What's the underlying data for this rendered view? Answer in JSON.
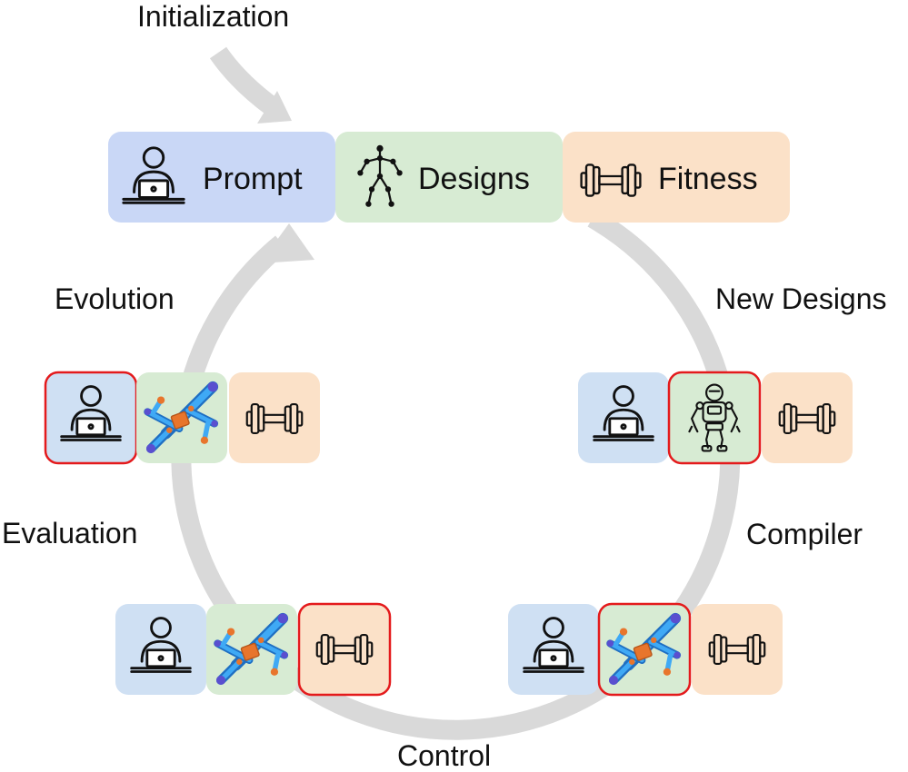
{
  "stages": {
    "initialization": "Initialization",
    "new_designs": "New Designs",
    "compiler": "Compiler",
    "control": "Control",
    "evaluation": "Evaluation",
    "evolution": "Evolution"
  },
  "main_row": {
    "prompt": "Prompt",
    "designs": "Designs",
    "fitness": "Fitness"
  },
  "colors": {
    "prompt_bg": "#c9d7f6",
    "designs_bg": "#d7ebd3",
    "fitness_bg": "#fbe1c8",
    "highlight_border": "#e41a1c",
    "cycle_arrow": "#d9d9d9"
  },
  "icons": [
    "person-laptop-icon",
    "stick-figure-icon",
    "dumbbell-icon",
    "robot-icon",
    "robot-render-icon"
  ],
  "cycle_groups": [
    {
      "stage": "New Designs",
      "highlighted": "designs",
      "design_icon": "robot-icon"
    },
    {
      "stage": "Compiler",
      "highlighted": "designs",
      "design_icon": "robot-render-icon"
    },
    {
      "stage": "Evaluation",
      "highlighted": "fitness",
      "design_icon": "robot-render-icon"
    },
    {
      "stage": "Evolution",
      "highlighted": "prompt",
      "design_icon": "robot-render-icon"
    }
  ]
}
